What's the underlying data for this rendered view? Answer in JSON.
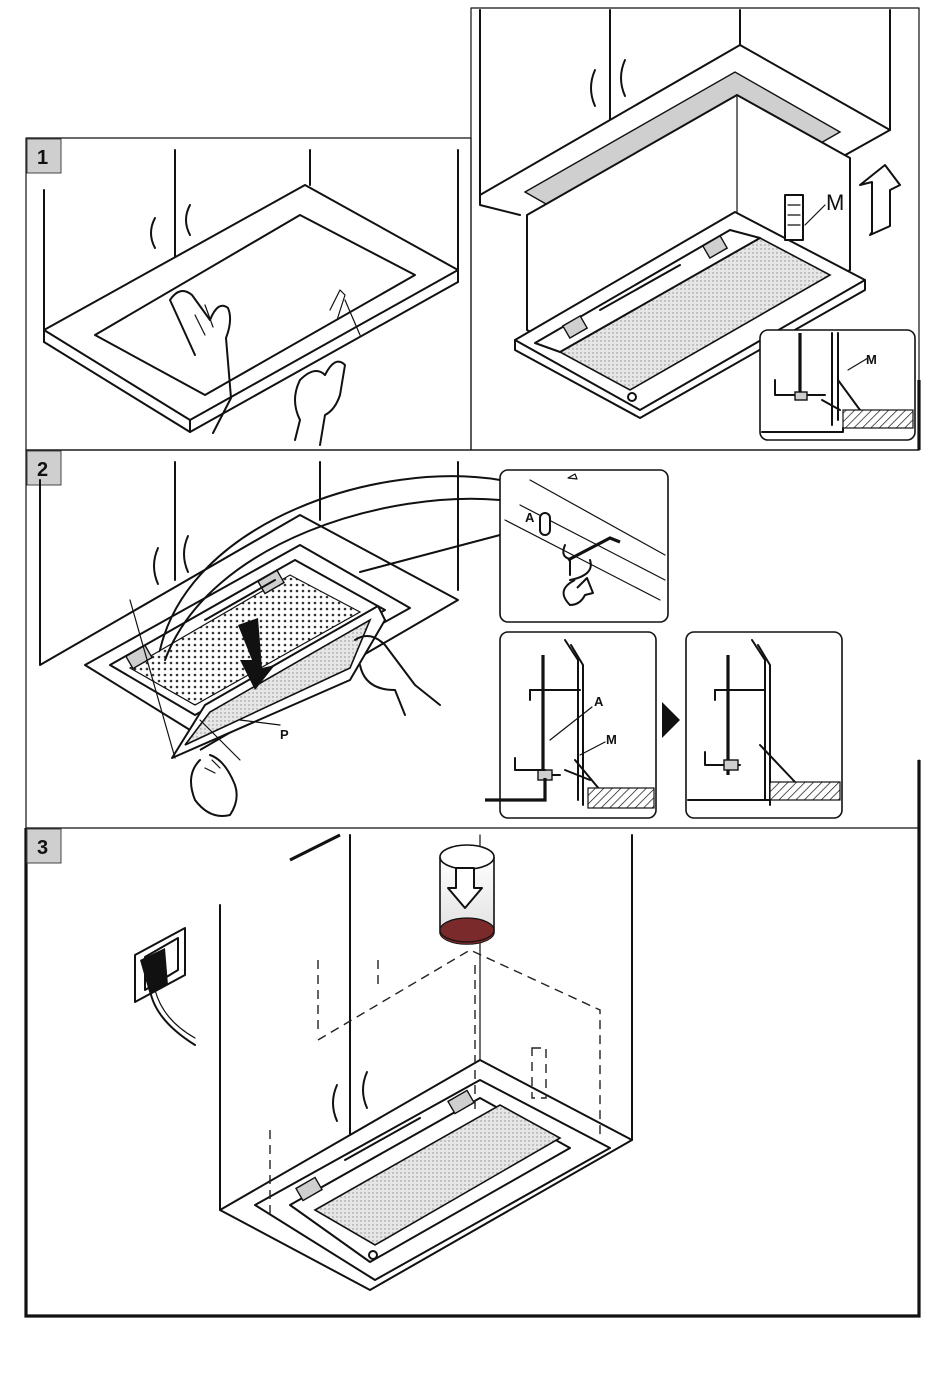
{
  "steps": [
    {
      "number": "1"
    },
    {
      "number": "2"
    },
    {
      "number": "3"
    }
  ],
  "labels": {
    "m_main": "M",
    "m_detail": "M",
    "a_lock": "A",
    "a_section": "A",
    "m_section": "M",
    "p_panel": "P"
  },
  "icons": {
    "lift_arrow": "up-arrow-icon",
    "rotate_arrow": "rotate-arrow-icon",
    "close_arrow": "down-arrow-icon",
    "duct_arrow": "down-arrow-icon",
    "next_step": "triangle-right-icon",
    "power_socket": "power-socket-icon"
  },
  "colors": {
    "line": "#111111",
    "badge_fill": "#cfcfcf",
    "filter_fill": "#d9d9d9",
    "duct_fill": "#7a2a2a"
  }
}
